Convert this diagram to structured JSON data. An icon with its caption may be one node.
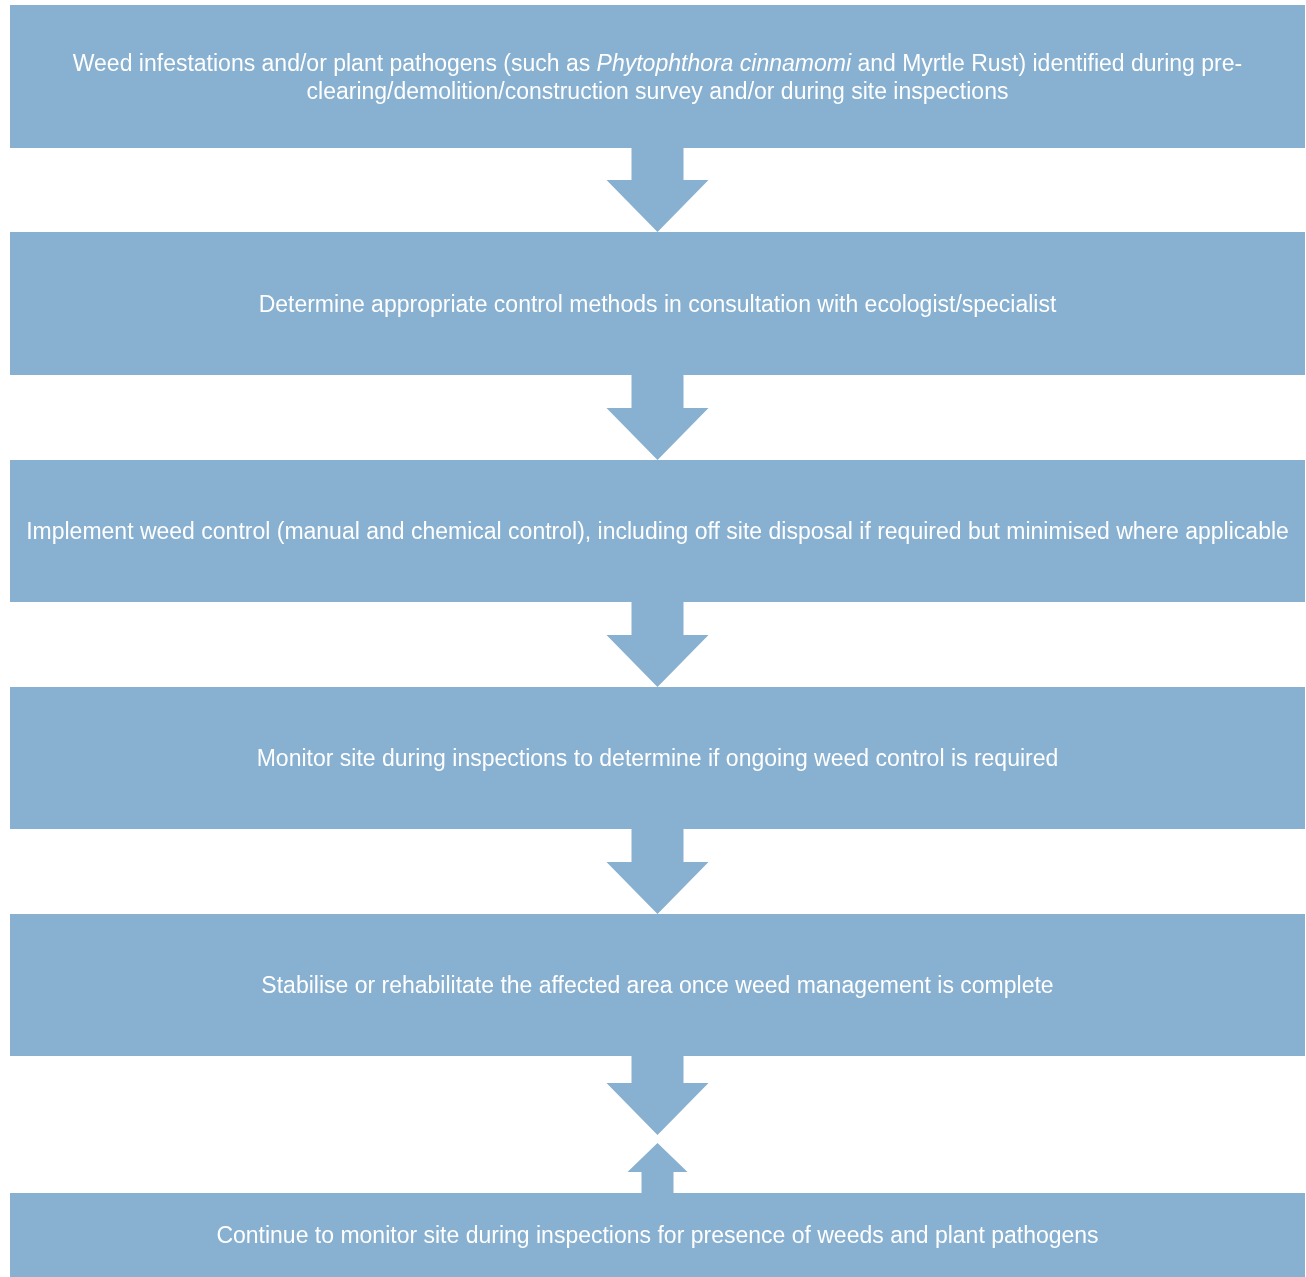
{
  "diagram": {
    "nodes": [
      {
        "text": [
          "Weed infestations and/or plant pathogens (such as *Phytophthora cinnamomi* and Myrtle Rust) identified during pre-clearing/demolition/construction survey and/or during site inspections"
        ]
      },
      {
        "text": [
          "Determine appropriate control methods in consultation with ecologist/specialist"
        ]
      },
      {
        "text": [
          "Implement weed control (manual and chemical control), including off site disposal if required but minimised where applicable"
        ]
      },
      {
        "text": [
          "Monitor site during inspections to determine if ongoing weed control is required"
        ]
      },
      {
        "text": [
          "Stabilise or rehabilitate the affected area once weed management is complete"
        ]
      },
      {
        "text": [
          "Continue to monitor site during inspections for presence of weeds and plant pathogens"
        ]
      }
    ],
    "edges": [
      {
        "from": 0,
        "to": 1,
        "arrow": "to"
      },
      {
        "from": 1,
        "to": 2,
        "arrow": "to"
      },
      {
        "from": 2,
        "to": 3,
        "arrow": "to"
      },
      {
        "from": 3,
        "to": 4,
        "arrow": "to"
      },
      {
        "from": 4,
        "to": 5,
        "arrow": "to"
      },
      {
        "from": 5,
        "to": null,
        "arrow": "to"
      }
    ]
  }
}
